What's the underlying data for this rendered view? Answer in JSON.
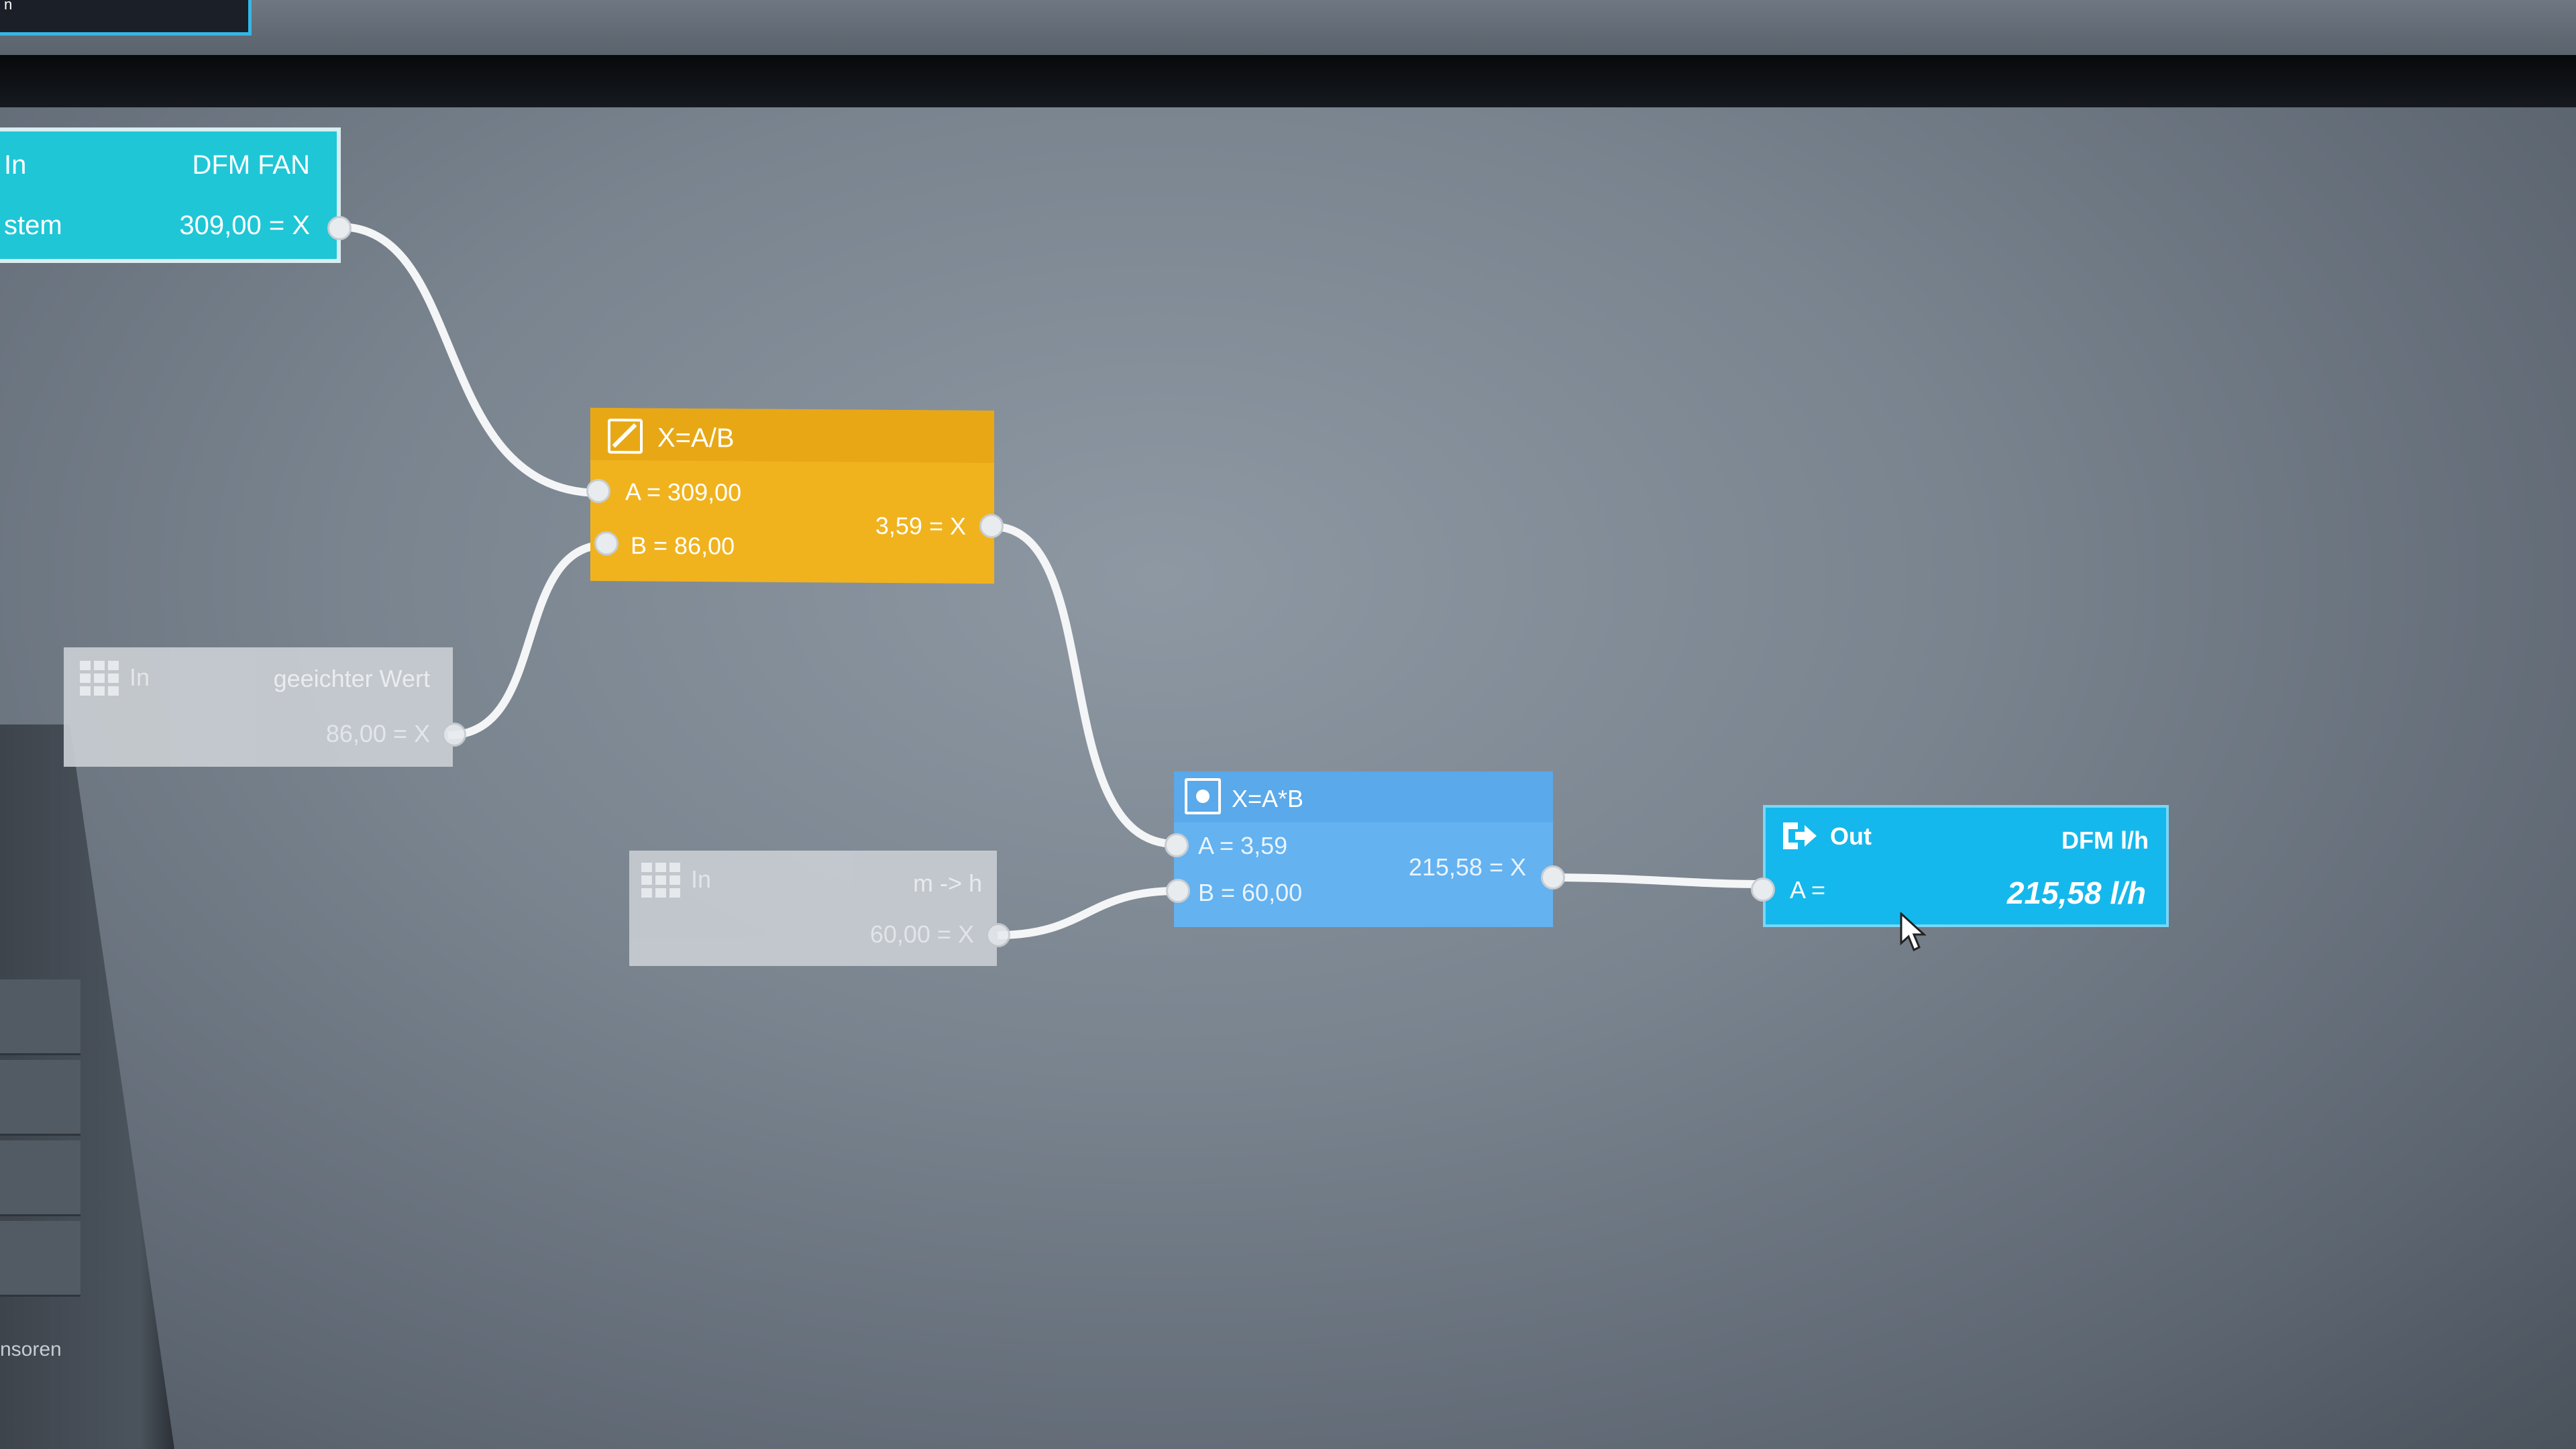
{
  "topbar": {
    "tab_label": "n"
  },
  "sidebar": {
    "label": "nsoren"
  },
  "nodes": {
    "input_fan": {
      "label": "In",
      "name": "DFM FAN",
      "source": "stem",
      "output": "309,00 = X",
      "color": "#1fc6d6"
    },
    "divide": {
      "title": "X=A/B",
      "input_a": "A = 309,00",
      "input_b": "B = 86,00",
      "output": "3,59 = X",
      "color": "#f0b31e"
    },
    "input_weighted": {
      "label": "In",
      "name": "geeichter Wert",
      "output": "86,00 = X",
      "color": "#c9ced3"
    },
    "input_conversion": {
      "label": "In",
      "name": "m -> h",
      "output": "60,00 = X",
      "color": "#c9ced3"
    },
    "multiply": {
      "title": "X=A*B",
      "input_a": "A = 3,59",
      "input_b": "B = 60,00",
      "output": "215,58 = X",
      "color": "#5fb0f0"
    },
    "output_flow": {
      "label": "Out",
      "name": "DFM l/h",
      "input_a": "A =",
      "value": "215,58 l/h",
      "color": "#15b8ec"
    }
  },
  "icons": {
    "grid": "grid-icon",
    "edit": "edit-icon",
    "multiply": "multiply-icon",
    "output": "exit-icon",
    "cursor": "mouse-pointer-icon"
  }
}
